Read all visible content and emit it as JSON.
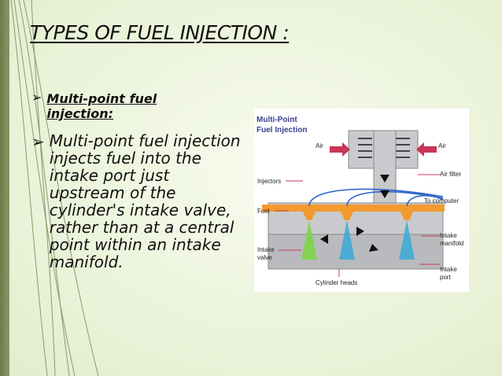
{
  "slide": {
    "title": "TYPES OF FUEL INJECTION :",
    "bullets": [
      {
        "text": "Multi-point fuel injection:"
      },
      {
        "text": "Multi-point fuel injection injects fuel into the intake port just upstream of the cylinder's intake valve, rather than at a central point within an intake manifold."
      }
    ]
  },
  "figure": {
    "title_line1": "Multi-Point",
    "title_line2": "Fuel Injection",
    "labels": {
      "air_left": "Air",
      "air_right": "Air",
      "air_filter": "Air filter",
      "injectors": "Injectors",
      "to_computer": "To computer",
      "fuel": "Fuel",
      "intake_manifold_1": "Intake",
      "intake_manifold_2": "manifold",
      "intake_valve_1": "Intake",
      "intake_valve_2": "valve",
      "intake_port_1": "Intake",
      "intake_port_2": "port",
      "cylinder_heads": "Cylinder heads"
    }
  },
  "colors": {
    "background": "#eef5df",
    "left_bar": "#7a8758",
    "fuel": "#f39a2e",
    "air_arrow": "#c8365a",
    "wire": "#2b64c8",
    "manifold": "#c9cacd",
    "spray_green": "#7dd44a",
    "spray_blue": "#3aa9d8"
  }
}
